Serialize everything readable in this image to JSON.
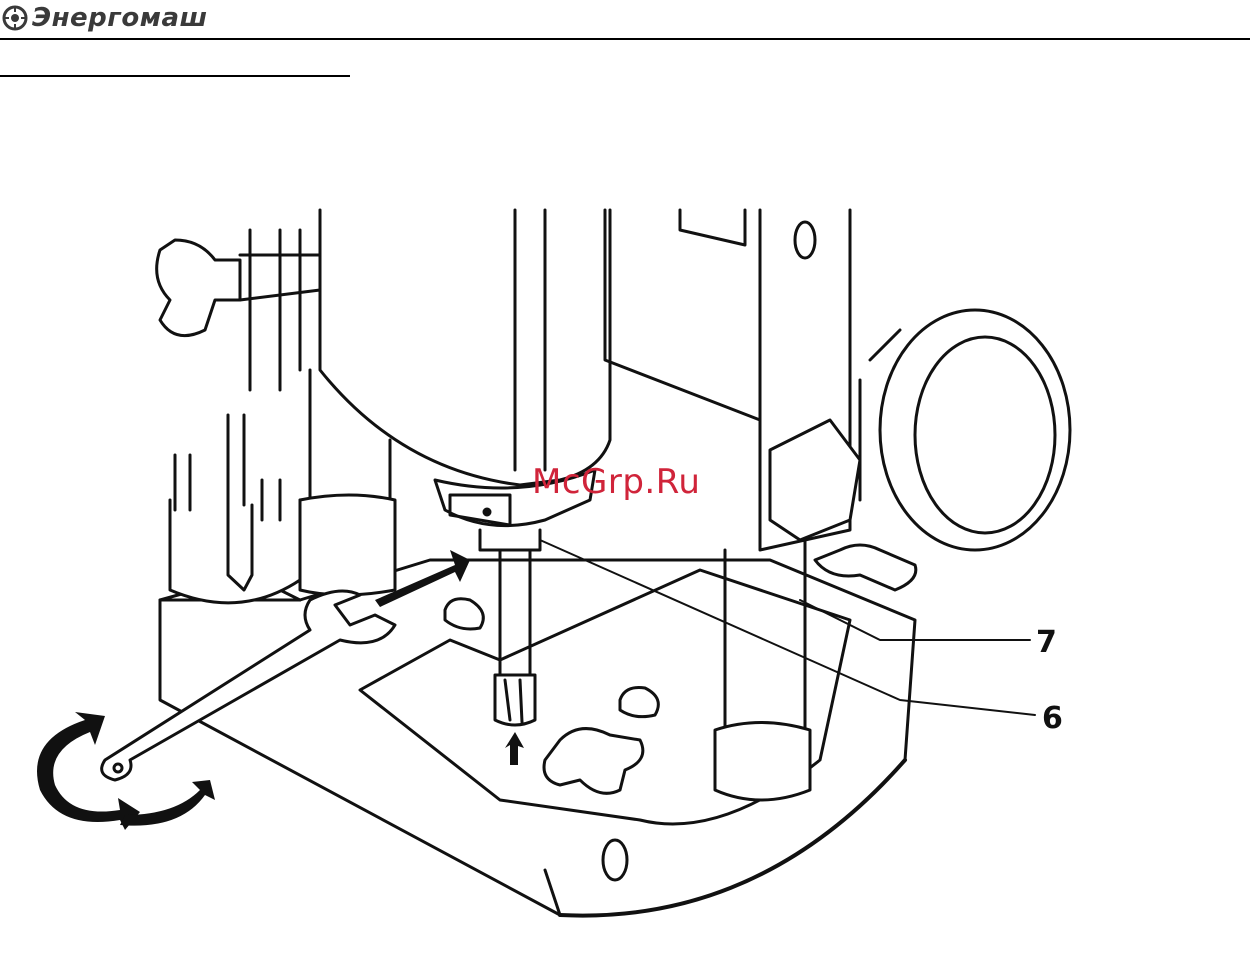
{
  "header": {
    "logo_text": "Энергомаш"
  },
  "figure": {
    "callouts": [
      "7",
      "6"
    ]
  },
  "watermark": {
    "text": "McGrp.Ru",
    "color": "#d0243a"
  }
}
